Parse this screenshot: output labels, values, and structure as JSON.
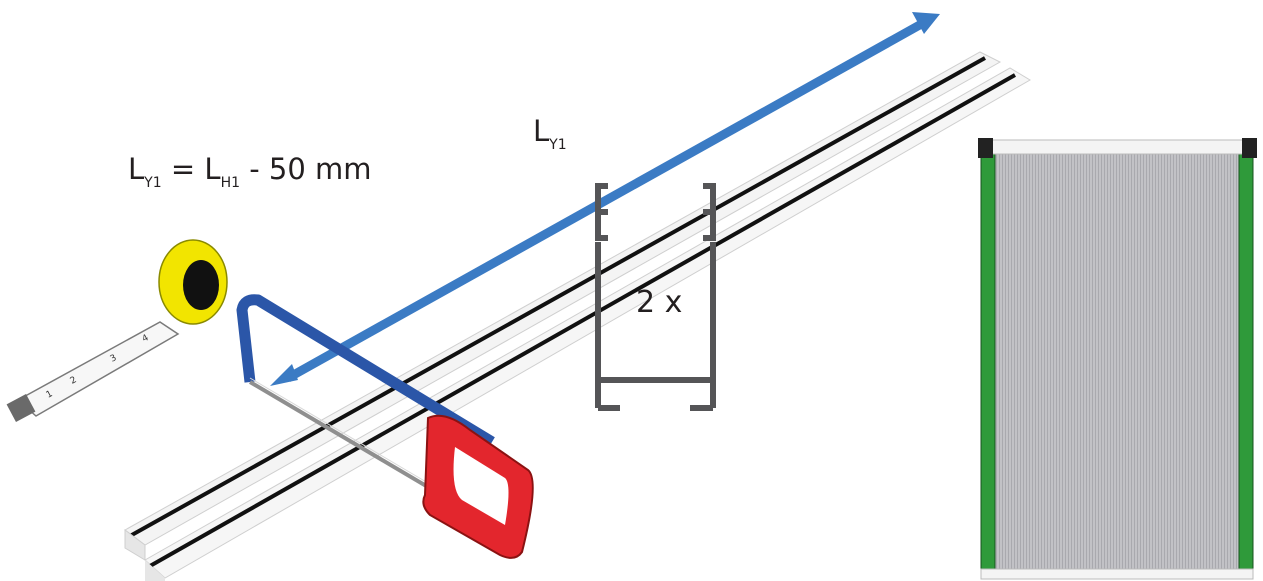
{
  "formula": {
    "lhs": "L",
    "lhs_sub": "Y1",
    "equals": "=",
    "rhs": "L",
    "rhs_sub": "H1",
    "tail": "- 50 mm"
  },
  "arrow_label": {
    "main": "L",
    "sub": "Y1"
  },
  "quantity": "2 x",
  "tape_marks": [
    "1",
    "2",
    "3",
    "4"
  ],
  "colors": {
    "arrow": "#3b7bc4",
    "tape_case": "#f2e500",
    "saw_frame": "#2b56a8",
    "saw_handle": "#e3262d",
    "screen_side": "#2f9a3a",
    "mesh": "#b9b9bd",
    "profile_line": "#555557"
  }
}
